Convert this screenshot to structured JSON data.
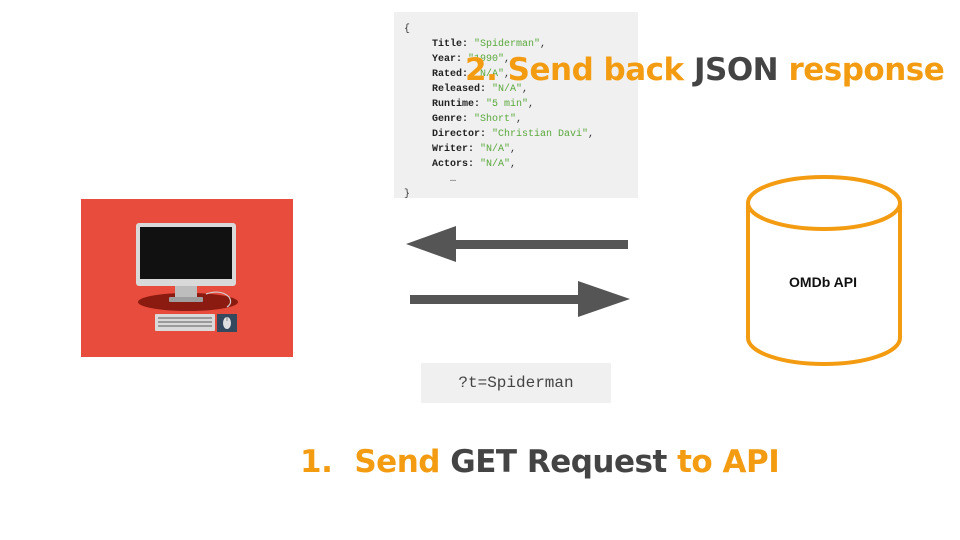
{
  "json_response": {
    "open_brace": "{",
    "close_brace": "}",
    "ellipsis": "…",
    "fields": [
      {
        "key": "Title",
        "value": "\"Spiderman\""
      },
      {
        "key": "Year",
        "value": "\"1990\""
      },
      {
        "key": "Rated",
        "value": "\"N/A\""
      },
      {
        "key": "Released",
        "value": "\"N/A\""
      },
      {
        "key": "Runtime",
        "value": "\"5 min\""
      },
      {
        "key": "Genre",
        "value": "\"Short\""
      },
      {
        "key": "Director",
        "value": "\"Christian Davi\""
      },
      {
        "key": "Writer",
        "value": "\"N/A\""
      },
      {
        "key": "Actors",
        "value": "\"N/A\""
      }
    ]
  },
  "step2": {
    "number": "2.",
    "word1": "Send back",
    "word2": "JSON",
    "word3": "response"
  },
  "step1": {
    "number": "1.",
    "word1": "Send",
    "word2": "GET Request",
    "word3": "to API"
  },
  "query": "?t=Spiderman",
  "database_label": "OMDb API",
  "colors": {
    "accent_orange": "#f39c12",
    "dark_text": "#444444",
    "panel_red": "#e74c3c",
    "arrow_gray": "#555555",
    "code_value_green": "#5aa83c"
  }
}
